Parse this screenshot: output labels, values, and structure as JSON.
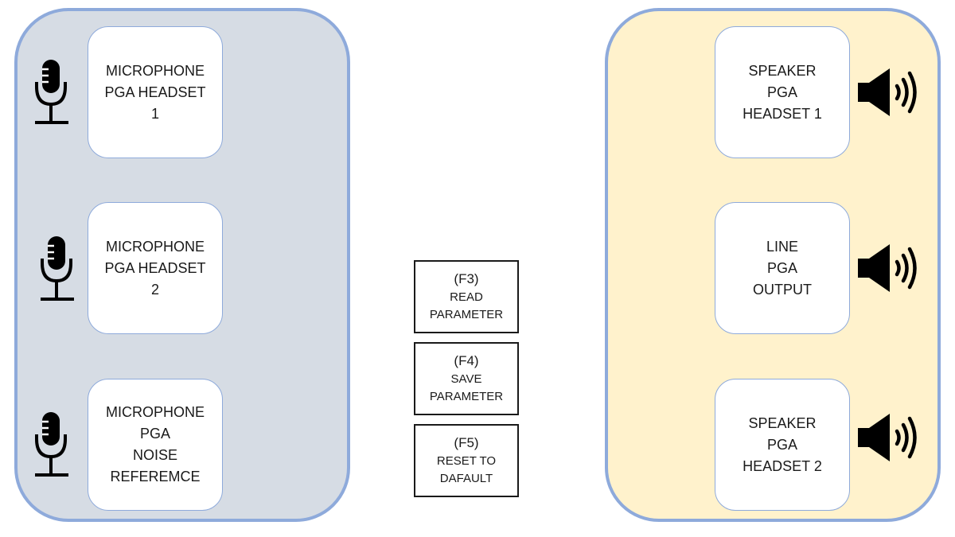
{
  "inputs_panel": {
    "cards": [
      {
        "lines": [
          "MICROPHONE",
          "PGA HEADSET",
          "1"
        ],
        "icon": "microphone-icon"
      },
      {
        "lines": [
          "MICROPHONE",
          "PGA HEADSET",
          "2"
        ],
        "icon": "microphone-icon"
      },
      {
        "lines": [
          "MICROPHONE",
          "PGA",
          "NOISE",
          "REFEREMCE"
        ],
        "icon": "microphone-icon"
      }
    ]
  },
  "outputs_panel": {
    "cards": [
      {
        "lines": [
          "SPEAKER",
          "PGA",
          "HEADSET 1"
        ],
        "icon": "speaker-icon"
      },
      {
        "lines": [
          "LINE",
          "PGA",
          "OUTPUT"
        ],
        "icon": "speaker-icon"
      },
      {
        "lines": [
          "SPEAKER",
          "PGA",
          "HEADSET 2"
        ],
        "icon": "speaker-icon"
      }
    ]
  },
  "function_keys": [
    {
      "key": "(F3)",
      "label_lines": [
        "READ",
        "PARAMETER"
      ]
    },
    {
      "key": "(F4)",
      "label_lines": [
        "SAVE",
        "PARAMETER"
      ]
    },
    {
      "key": "(F5)",
      "label_lines": [
        "RESET TO",
        "DAFAULT"
      ]
    }
  ],
  "colors": {
    "inputs_panel_bg": "#d6dce4",
    "outputs_panel_bg": "#fff2cc",
    "panel_border": "#8eaadb",
    "card_bg": "#ffffff",
    "icon": "#000000"
  }
}
